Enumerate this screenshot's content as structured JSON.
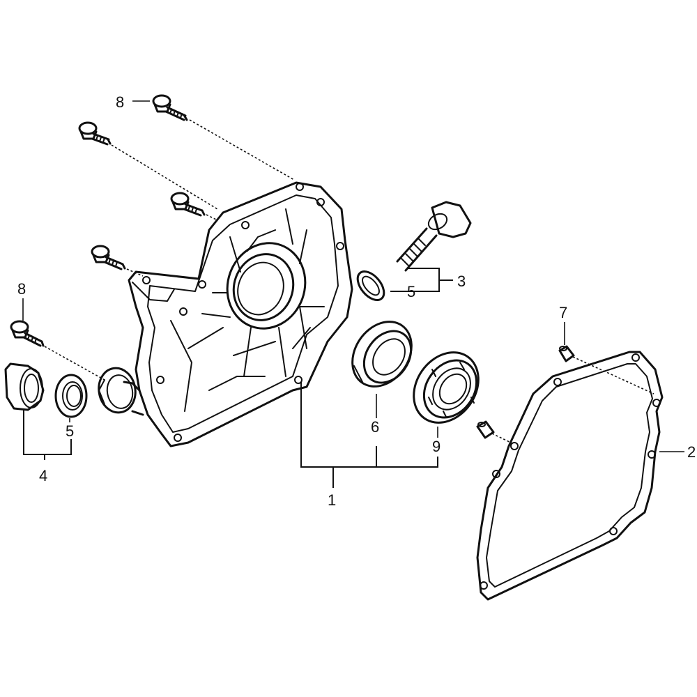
{
  "callouts": [
    {
      "id": "c1",
      "label": "1"
    },
    {
      "id": "c2",
      "label": "2"
    },
    {
      "id": "c3",
      "label": "3"
    },
    {
      "id": "c4",
      "label": "4"
    },
    {
      "id": "c5a",
      "label": "5"
    },
    {
      "id": "c5b",
      "label": "5"
    },
    {
      "id": "c6",
      "label": "6"
    },
    {
      "id": "c7",
      "label": "7"
    },
    {
      "id": "c8a",
      "label": "8"
    },
    {
      "id": "c8b",
      "label": "8"
    },
    {
      "id": "c9",
      "label": "9"
    }
  ],
  "colors": {
    "line": "#111111",
    "background": "#ffffff"
  }
}
